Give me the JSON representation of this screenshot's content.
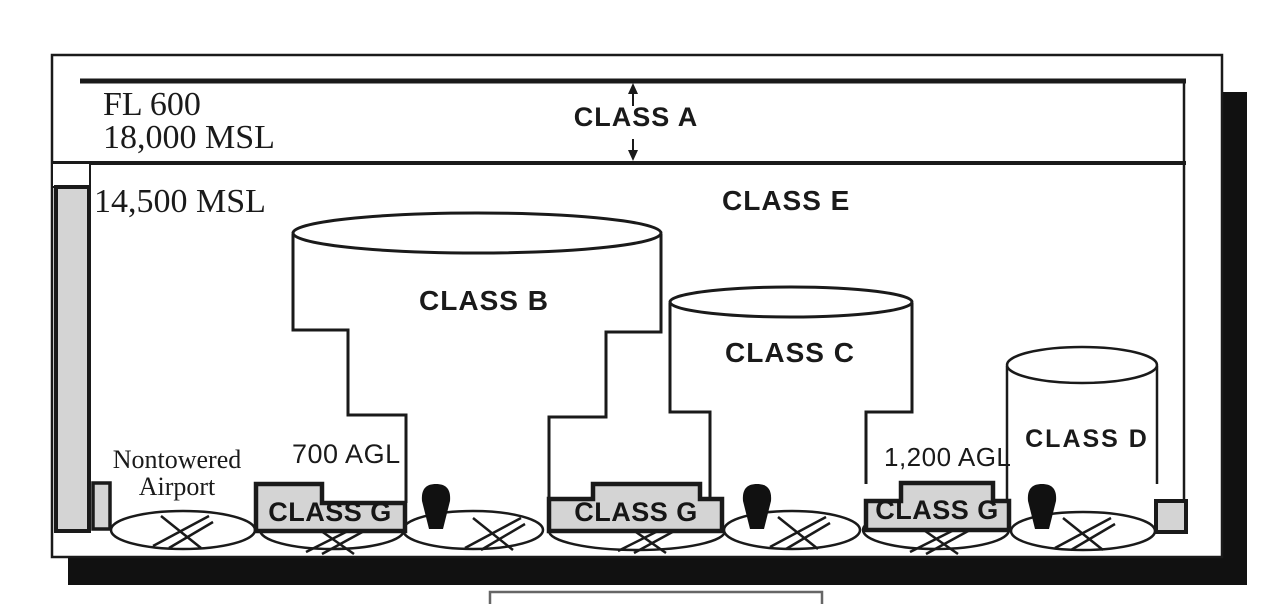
{
  "figure": {
    "type": "airspace-profile-diagram",
    "labels": {
      "fl600": "FL 600",
      "msl_18000": "18,000 MSL",
      "msl_14500": "14,500 MSL",
      "class_a": "CLASS A",
      "class_b": "CLASS B",
      "class_c": "CLASS C",
      "class_d": "CLASS D",
      "class_e": "CLASS E",
      "class_g": "CLASS G",
      "agl_700": "700 AGL",
      "agl_1200": "1,200 AGL",
      "nontowered_line1": "Nontowered",
      "nontowered_line2": "Airport"
    },
    "colors": {
      "ink": "#1a1a1a",
      "shadow": "#111111",
      "gray_fill": "#d4d4d4",
      "background": "#ffffff"
    }
  }
}
